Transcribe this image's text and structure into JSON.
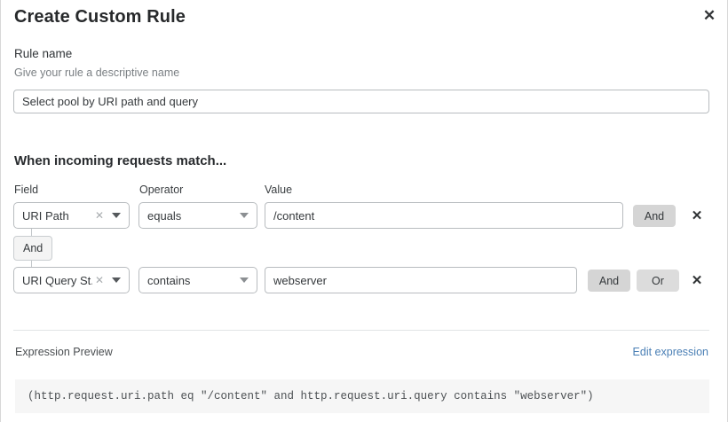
{
  "dialog": {
    "title": "Create Custom Rule",
    "close_icon": "close-icon"
  },
  "rule_name": {
    "label": "Rule name",
    "description": "Give your rule a descriptive name",
    "value": "Select pool by URI path and query",
    "placeholder": "Rule name"
  },
  "conditions": {
    "section_title": "When incoming requests match...",
    "columns": {
      "field": "Field",
      "operator": "Operator",
      "value": "Value"
    },
    "connector": {
      "label": "And"
    },
    "rows": [
      {
        "field": "URI Path",
        "operator": "equals",
        "value": "/content",
        "value_placeholder": "Enter value",
        "clear_icon": "clear-icon",
        "caret_icon": "chevron-down-icon",
        "remove_icon": "remove-icon",
        "buttons": [
          "And"
        ]
      },
      {
        "field": "URI Query St...",
        "operator": "contains",
        "value": "webserver",
        "value_placeholder": "Enter value",
        "clear_icon": "clear-icon",
        "caret_icon": "chevron-down-icon",
        "remove_icon": "remove-icon",
        "buttons": [
          "And",
          "Or"
        ]
      }
    ]
  },
  "expression_preview": {
    "label": "Expression Preview",
    "edit_link": "Edit expression",
    "code": "(http.request.uri.path eq \"/content\" and http.request.uri.query contains \"webserver\")"
  },
  "colors": {
    "accent_link": "#4a7fb5",
    "button_grey": "#d5d5d5",
    "code_bg": "#f6f6f6",
    "border": "#b8bcbf"
  }
}
